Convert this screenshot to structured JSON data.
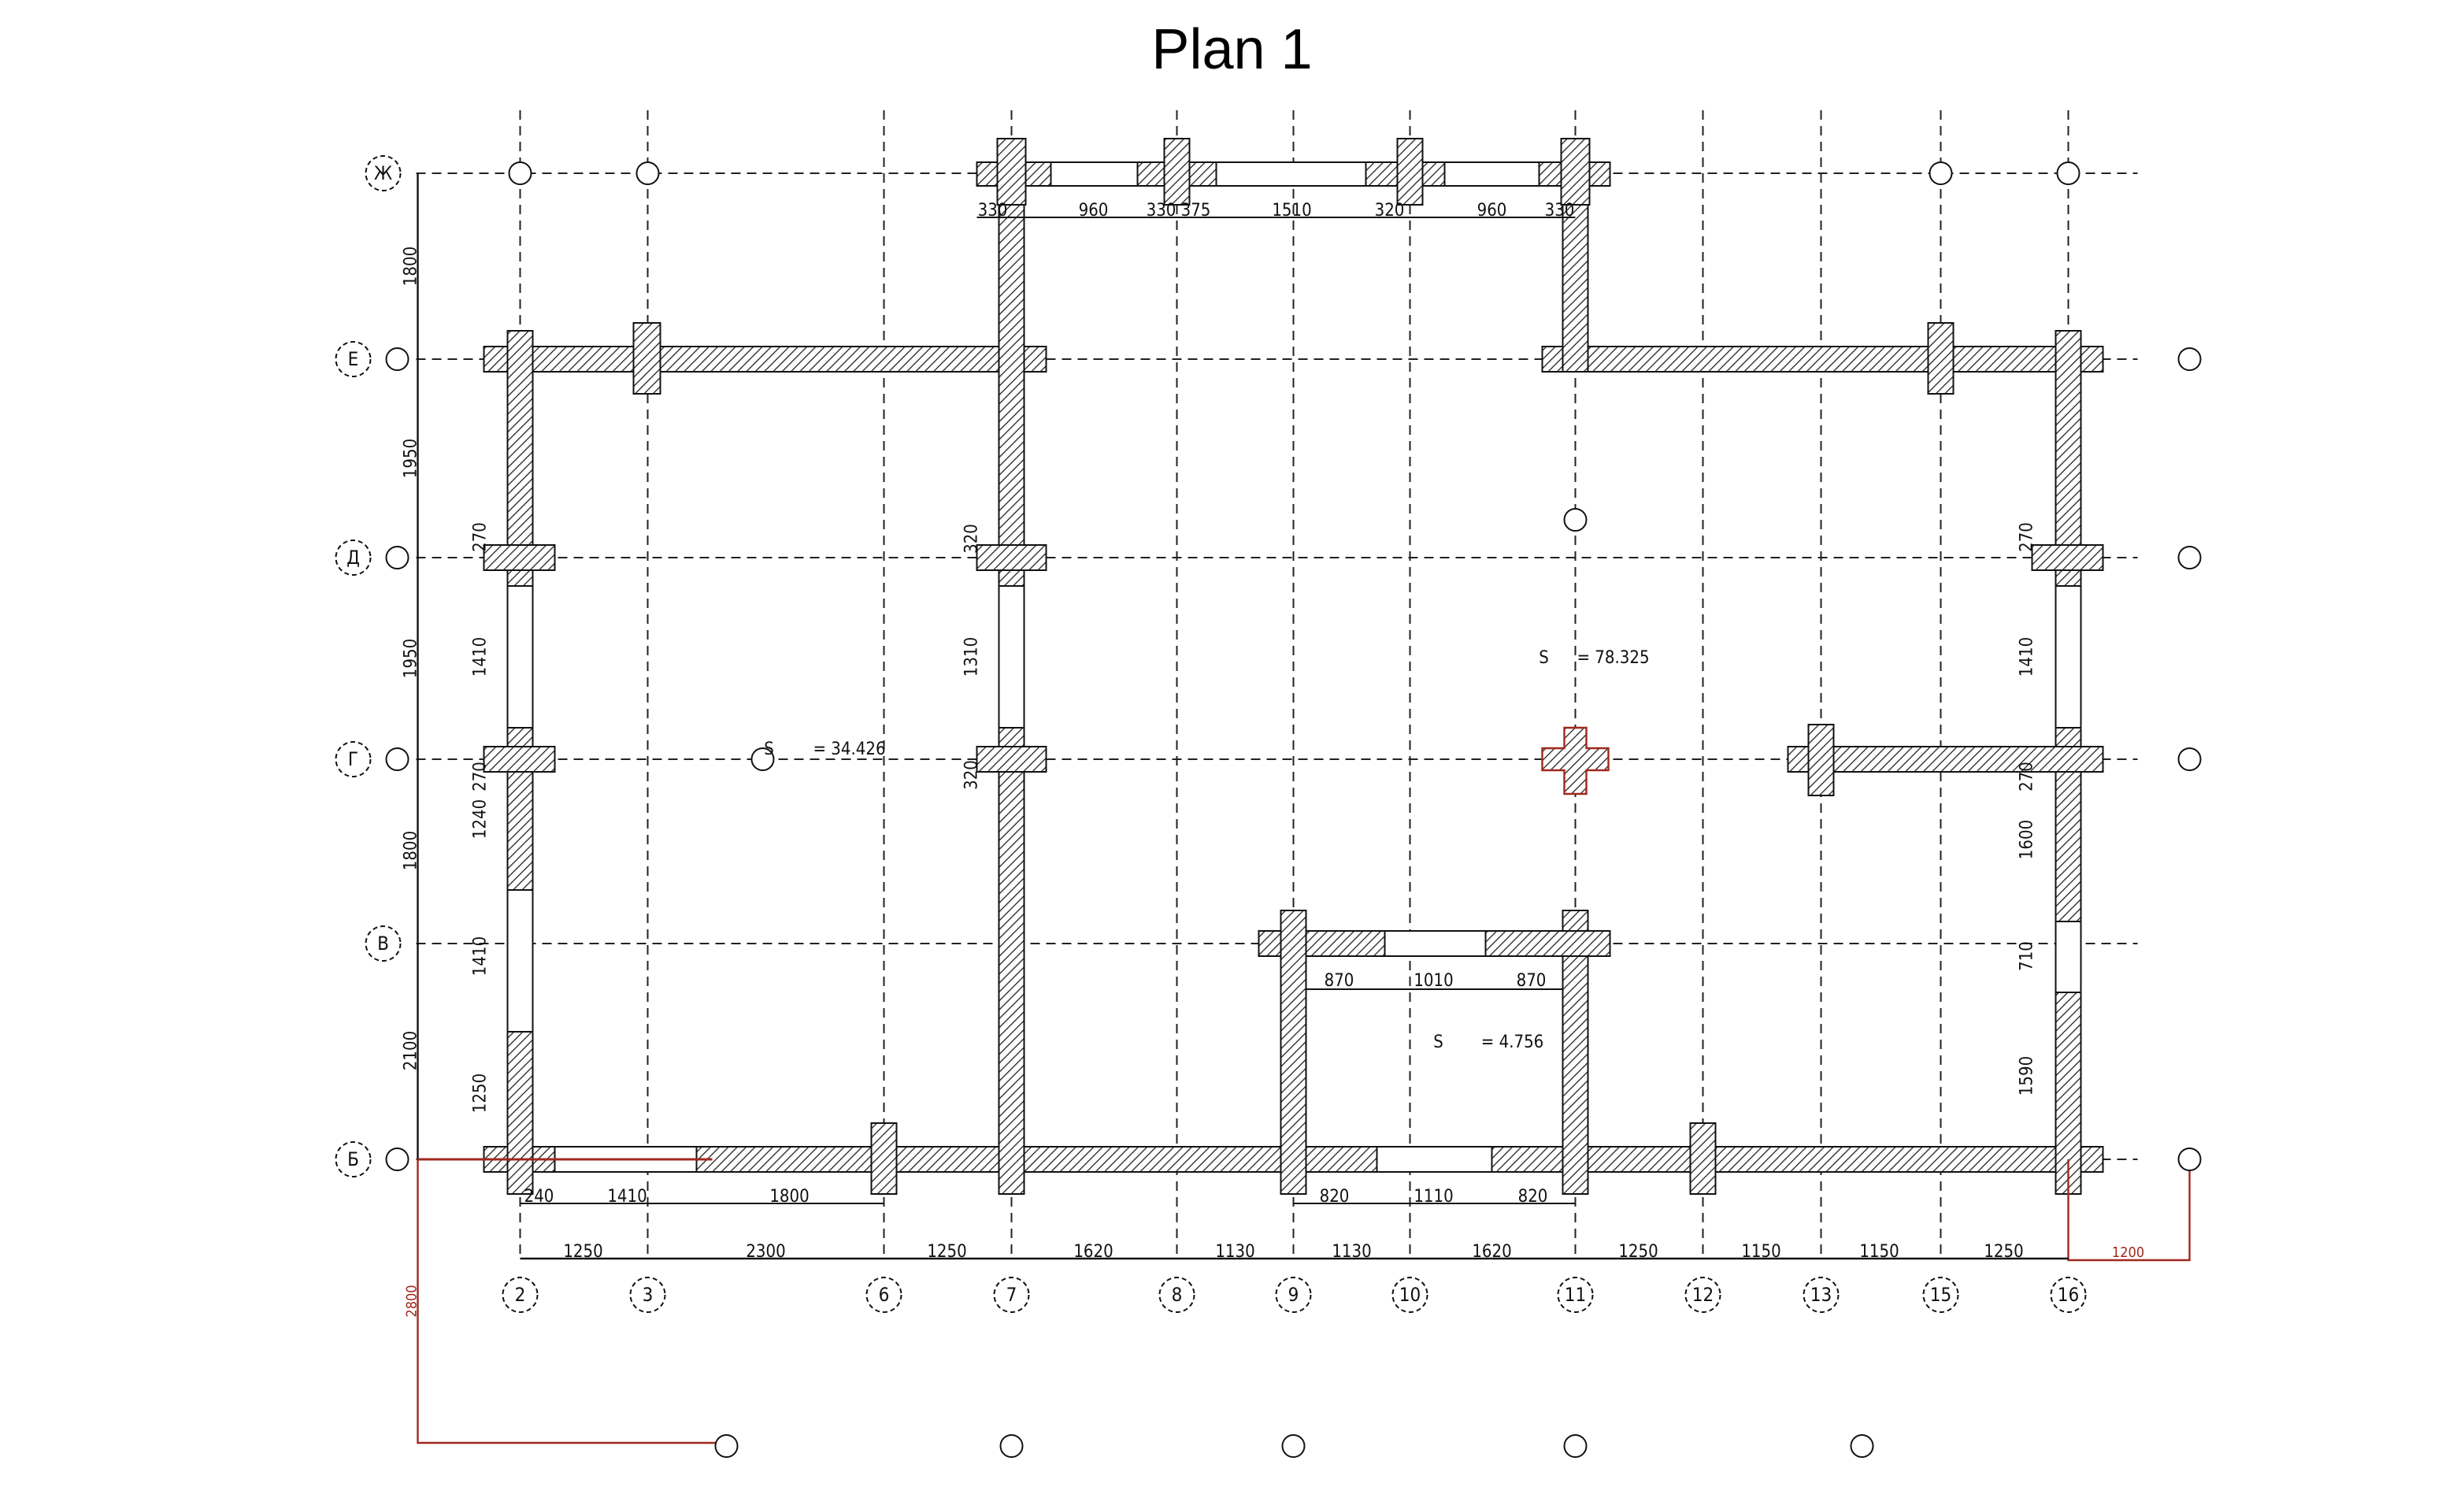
{
  "title": "Plan 1",
  "colors": {
    "line": "#111111",
    "accent_red": "#a0281e"
  },
  "axes": {
    "columns": [
      "2",
      "3",
      "6",
      "7",
      "8",
      "9",
      "10",
      "11",
      "12",
      "13",
      "15",
      "16"
    ],
    "rows": [
      "Ж",
      "Е",
      "Д",
      "Г",
      "В",
      "Б"
    ]
  },
  "dims": {
    "bottom_overall": [
      "1250",
      "2300",
      "1250",
      "1620",
      "1130",
      "1130",
      "1620",
      "1250",
      "1150",
      "1150",
      "1250",
      "1200"
    ],
    "bottom_left_openings": [
      "240",
      "1410",
      "1800"
    ],
    "bottom_mid_openings": [
      "820",
      "1110",
      "820"
    ],
    "top_openings": [
      "330",
      "960",
      "330",
      "375",
      "1510",
      "320",
      "960",
      "330"
    ],
    "left_rows": [
      "1800",
      "1950",
      "1950",
      "1800",
      "2100"
    ],
    "left_wall": [
      "270",
      "1410",
      "270",
      "1240",
      "1410",
      "1250"
    ],
    "col7_wall": [
      "320",
      "1310",
      "320"
    ],
    "right_wall": [
      "270",
      "1410",
      "270",
      "1600",
      "710",
      "1590"
    ],
    "inner_openings": [
      "870",
      "1010",
      "870"
    ],
    "left_extra": "2800"
  },
  "areas": [
    {
      "label": "S",
      "value": "= 34.426"
    },
    {
      "label": "S",
      "value": "= 78.325"
    },
    {
      "label": "S",
      "value": "= 4.756"
    }
  ]
}
